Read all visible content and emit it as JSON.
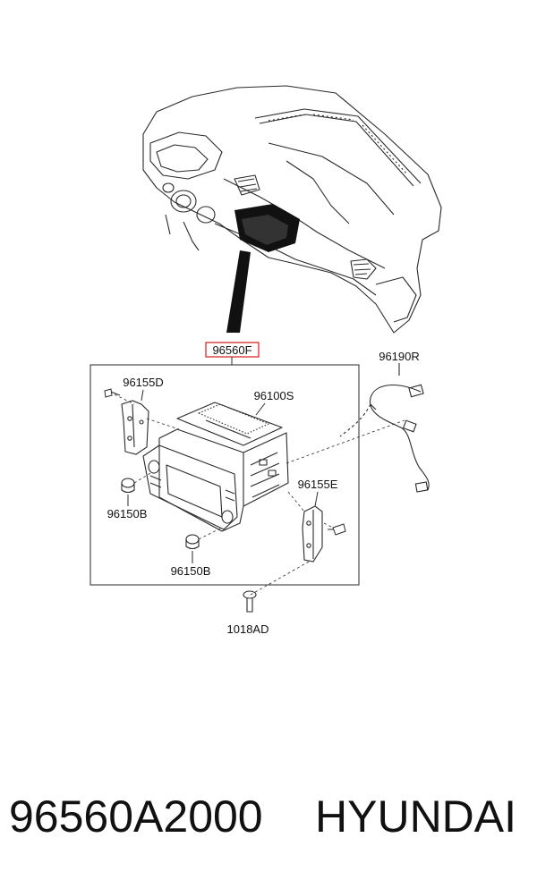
{
  "labels": {
    "assembly": "96560F",
    "harness": "96190R",
    "bracket_left": "96155D",
    "head_unit": "96100S",
    "bracket_right": "96155E",
    "knob_upper": "96150B",
    "knob_lower": "96150B",
    "screw": "1018AD"
  },
  "caption": {
    "part_number": "96560A2000",
    "brand": "HYUNDAI"
  },
  "colors": {
    "highlight_box": "#d11a1a",
    "line_art": "#2a2a2a",
    "background": "#ffffff"
  }
}
